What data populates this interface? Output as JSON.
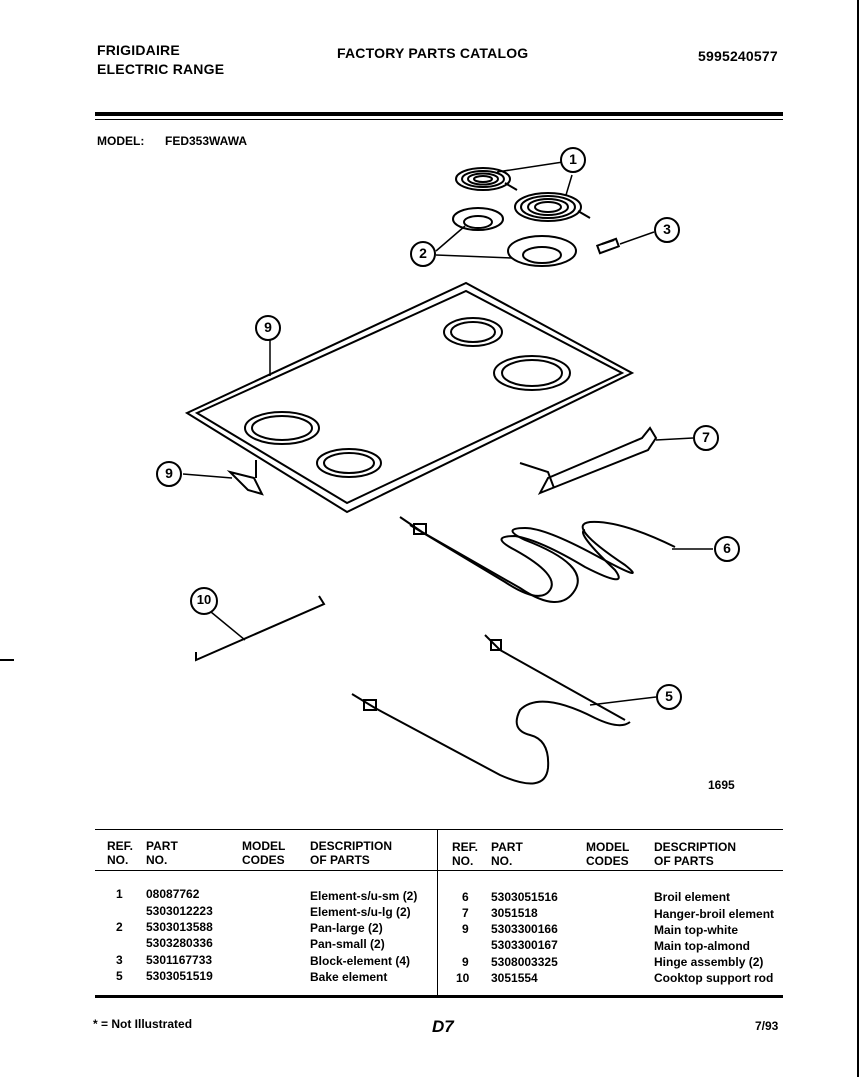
{
  "header": {
    "brand_line1": "FRIGIDAIRE",
    "brand_line2": "ELECTRIC RANGE",
    "catalog_title": "FACTORY PARTS CATALOG",
    "catalog_number": "5995240577"
  },
  "model": {
    "label": "MODEL:",
    "value": "FED353WAWA"
  },
  "diagram": {
    "callouts": [
      "1",
      "2",
      "3",
      "9",
      "9",
      "7",
      "6",
      "10",
      "5"
    ],
    "figure_number": "1695"
  },
  "table": {
    "headers": {
      "ref_no": [
        "REF.",
        "NO."
      ],
      "part_no": [
        "PART",
        "NO."
      ],
      "model_codes": [
        "MODEL",
        "CODES"
      ],
      "description": [
        "DESCRIPTION",
        "OF PARTS"
      ]
    },
    "left_rows": [
      {
        "ref": "1",
        "part": "08087762",
        "desc": "Element-s/u-sm (2)"
      },
      {
        "ref": "",
        "part": "5303012223",
        "desc": "Element-s/u-lg (2)"
      },
      {
        "ref": "2",
        "part": "5303013588",
        "desc": "Pan-large (2)"
      },
      {
        "ref": "",
        "part": "5303280336",
        "desc": "Pan-small (2)"
      },
      {
        "ref": "3",
        "part": "5301167733",
        "desc": "Block-element (4)"
      },
      {
        "ref": "5",
        "part": "5303051519",
        "desc": "Bake element"
      }
    ],
    "right_rows": [
      {
        "ref": "6",
        "part": "5303051516",
        "desc": "Broil element"
      },
      {
        "ref": "7",
        "part": "3051518",
        "desc": "Hanger-broil element"
      },
      {
        "ref": "9",
        "part": "5303300166",
        "desc": "Main top-white"
      },
      {
        "ref": "",
        "part": "5303300167",
        "desc": "Main top-almond"
      },
      {
        "ref": "9",
        "part": "5308003325",
        "desc": "Hinge assembly (2)"
      },
      {
        "ref": "10",
        "part": "3051554",
        "desc": "Cooktop support rod"
      }
    ]
  },
  "footer": {
    "note": "* = Not Illustrated",
    "page": "D7",
    "date": "7/93"
  }
}
